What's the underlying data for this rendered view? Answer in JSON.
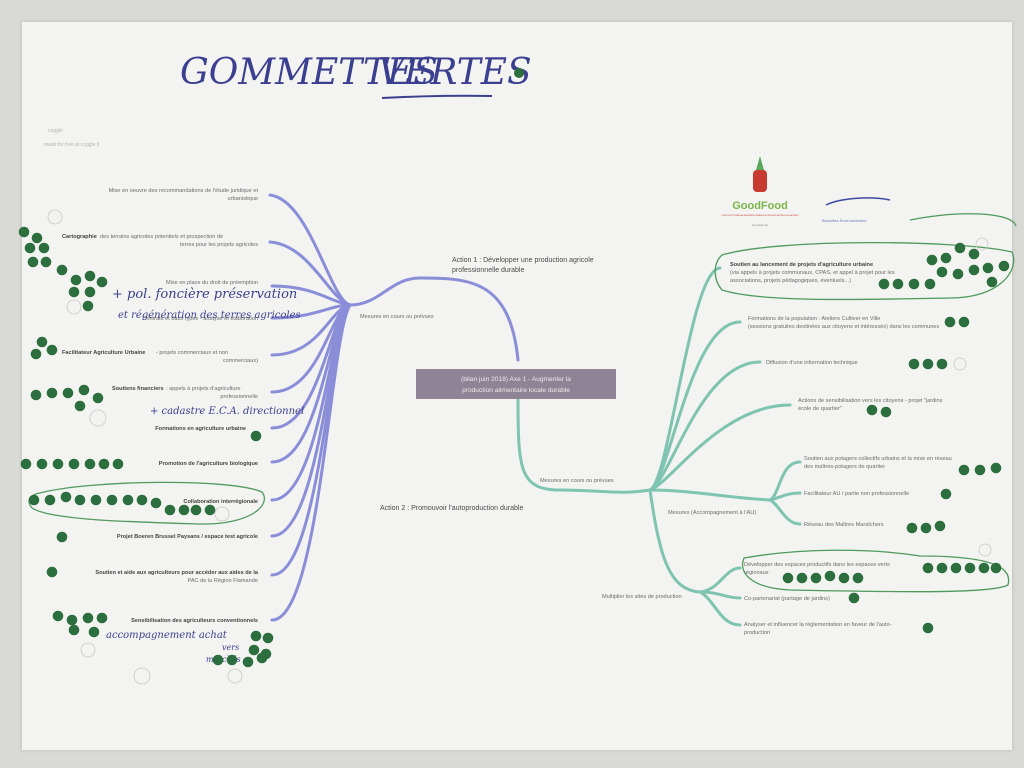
{
  "handwritten": {
    "title_part1": "GOMMETTES",
    "title_part2": "VERTES",
    "note_pol_line1": "+ pol. foncière préservation",
    "note_pol_line2": "et régénération des terres agricoles",
    "note_cadastre": "+ cadastre E.C.A. directionnel",
    "note_accomp_line1": "accompagnement achat",
    "note_accomp_line2": "vers",
    "note_accomp_line3": "marchés"
  },
  "top_left": {
    "label1": "coggle",
    "label2": "made for free at coggle.it"
  },
  "center": {
    "line1": "(bilan juin 2018) Axe 1 - Augmenter la",
    "line2": "production alimentaire locale durable"
  },
  "action1": {
    "line1": "Action 1 : Développer une production agricole",
    "line2": "professionnelle durable"
  },
  "action2": {
    "label": "Action 2 : Promouvoir l'autoproduction durable"
  },
  "mesures_left": "Mesures en cours ou prévues",
  "mesures_right": "Mesures en cours ou prévues",
  "left_items": [
    {
      "bold": "",
      "line1": "Mise en oeuvre des recommandations de l'étude juridique et",
      "line2": "urbanistique"
    },
    {
      "bold": "Cartographie",
      "line1": "des terrains agricoles potentiels et prospection de",
      "line2": "terres pour les projets agricoles"
    },
    {
      "bold": "",
      "line1": "Mise en place du droit de préemption",
      "line2": ""
    },
    {
      "bold": "",
      "line1": "Contrats et baux types - analyse et élaboration",
      "line2": ""
    },
    {
      "bold": "Facilitateur Agriculture Urbaine",
      "line1": "- projets commerciaux et non",
      "line2": "commerciaux)"
    },
    {
      "bold": "Soutiens financiers",
      "line1": ": appels à projets d'agriculture",
      "line2": "professionnelle"
    },
    {
      "bold": "",
      "line1": "Formations en agriculture urbaine",
      "line2": ""
    },
    {
      "bold": "",
      "line1": "Promotion de l'agriculture biologique",
      "line2": ""
    },
    {
      "bold": "",
      "line1": "Collaboration interrégionale",
      "line2": ""
    },
    {
      "bold": "",
      "line1": "Projet Boeren Brussel Paysans / espace test agricole",
      "line2": ""
    },
    {
      "bold": "",
      "line1": "Soutien et aide aux agriculteurs pour accéder aux aides de la",
      "line2": "PAC de la Région Flamande"
    },
    {
      "bold": "",
      "line1": "Sensibilisation des agriculteurs conventionnels",
      "line2": ""
    }
  ],
  "right_items": [
    {
      "bold": "Soutien au lancement de projets d'agriculture urbaine",
      "line1": "(via appels à projets communaux, CPAS, et appel à projet pour les",
      "line2": "associations, projets pédagogiques, éventuels...)"
    },
    {
      "bold": "",
      "line1": "Formations de la population : Ateliers Cultiver en Ville",
      "line2": "(sessions gratuites destinées aux citoyens et intéressés) dans les communes"
    },
    {
      "bold": "",
      "line1": "Diffusion d'une information technique",
      "line2": ""
    },
    {
      "bold": "",
      "line1": "Actions de sensibilisation vers les citoyens - projet \"jardins",
      "line2": "école de quartier\""
    },
    {
      "bold": "",
      "line1": "Soutien aux potagers collectifs urbains et la mise en réseau",
      "line2": "des maîtres-potagers de quartier"
    },
    {
      "bold": "",
      "line1": "Facilitateur AU / partie non professionnelle",
      "line2": ""
    },
    {
      "bold": "",
      "line1": "Réseau des Maîtres Maraîchers",
      "line2": ""
    },
    {
      "bold": "",
      "line1": "Développer des espaces productifs dans les espaces verts",
      "line2": "régionaux"
    },
    {
      "bold": "",
      "line1": "Co-partenariat (partage de jardins)",
      "line2": ""
    },
    {
      "bold": "",
      "line1": "Analyser et influencer la réglementation en faveur de l'auto-",
      "line2": "production"
    }
  ],
  "right_sub_a": "Mesures (Accompagnement à l'AU)",
  "right_sub_b": "Multiplier les sites de production",
  "logo": {
    "name": "GoodFood",
    "tagline": "VERS UN SYSTÈME ALIMENTAIRE DURABLE EN RÉGION BRUXELLES-CAPITALE",
    "sub": "bruxelles.be",
    "partner": "Bruxelles Environnement"
  },
  "colors": {
    "dot": "#2c6e3d",
    "purple": "#8a8ed8",
    "teal": "#7fc4b0",
    "ink": "#3b3f8f",
    "center_box": "#8f8396"
  }
}
